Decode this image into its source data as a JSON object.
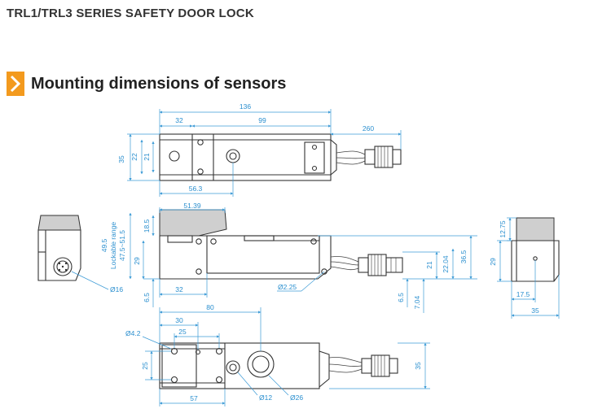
{
  "header": {
    "title": "TRL1/TRL3 SERIES SAFETY DOOR LOCK"
  },
  "section": {
    "title": "Mounting dimensions of sensors",
    "accent_color": "#f39a1e"
  },
  "colors": {
    "dimension": "#2a8fcf",
    "outline": "#333333",
    "fill": "#cfcfcf"
  },
  "dimensions": {
    "top_view": {
      "overall_length": "136",
      "left_segment": "32",
      "right_segment": "99",
      "cable_length": "260",
      "height": "35",
      "inner_height_22": "22",
      "inner_height_21": "21",
      "bottom_offset": "56.3"
    },
    "side_view": {
      "latch_width": "51.39",
      "latch_height": "18.5",
      "range_495": "49.5",
      "lockable_range_label": "Lockable range",
      "lockable_range_value": "47.5~51.5",
      "body_height": "29",
      "bottom_6_5": "6.5",
      "bottom_32": "32",
      "hole": "Ø2.25",
      "right_21": "21",
      "right_2204": "22.04",
      "right_365": "36.5",
      "right_65": "6.5",
      "right_704": "7.04"
    },
    "end_view_left": {
      "connector": "Ø16"
    },
    "end_view_right": {
      "height_1275": "12.75",
      "height_29": "29",
      "width_175": "17.5",
      "width_35": "35"
    },
    "bottom_view": {
      "overall_80": "80",
      "offset_30": "30",
      "offset_25_top": "25",
      "hole_42": "Ø4.2",
      "height_25": "25",
      "height_35": "35",
      "length_57": "57",
      "hole_12": "Ø12",
      "hole_26": "Ø26"
    }
  }
}
